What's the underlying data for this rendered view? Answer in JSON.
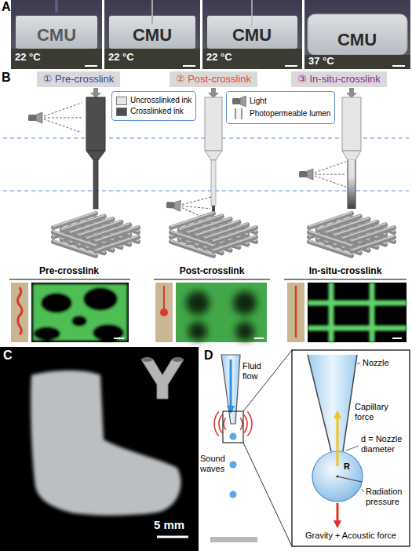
{
  "diagram": {
    "nodes": [
      {
        "text": [
          "① Pre-crosslink"
        ]
      },
      {
        "text": [
          "② Post-crosslink"
        ]
      },
      {
        "text": [
          "③ In-situ-crosslink"
        ]
      }
    ],
    "labels": [
      "A",
      "CMU",
      "CMU",
      "CMU",
      "CMU",
      "22 °C",
      "22 °C",
      "22 °C",
      "37 °C",
      "B",
      "Pre-crosslink",
      "Post-crosslink",
      "In-situ-crosslink",
      "C",
      "5 mm",
      "D",
      "Fluid flow",
      "Sound waves",
      "Nozzle",
      "Capillary force",
      "d = Nozzle diameter",
      "R",
      "Radiation pressure",
      "Gravity + Acoustic force"
    ],
    "legend": [
      {
        "text": "Uncrosslinked ink",
        "color": "#e6e6e6"
      },
      {
        "text": "Crosslinked ink",
        "color": "#4d4d4d"
      },
      {
        "text": "Light"
      },
      {
        "text": "Photopermeable lumen"
      }
    ]
  }
}
